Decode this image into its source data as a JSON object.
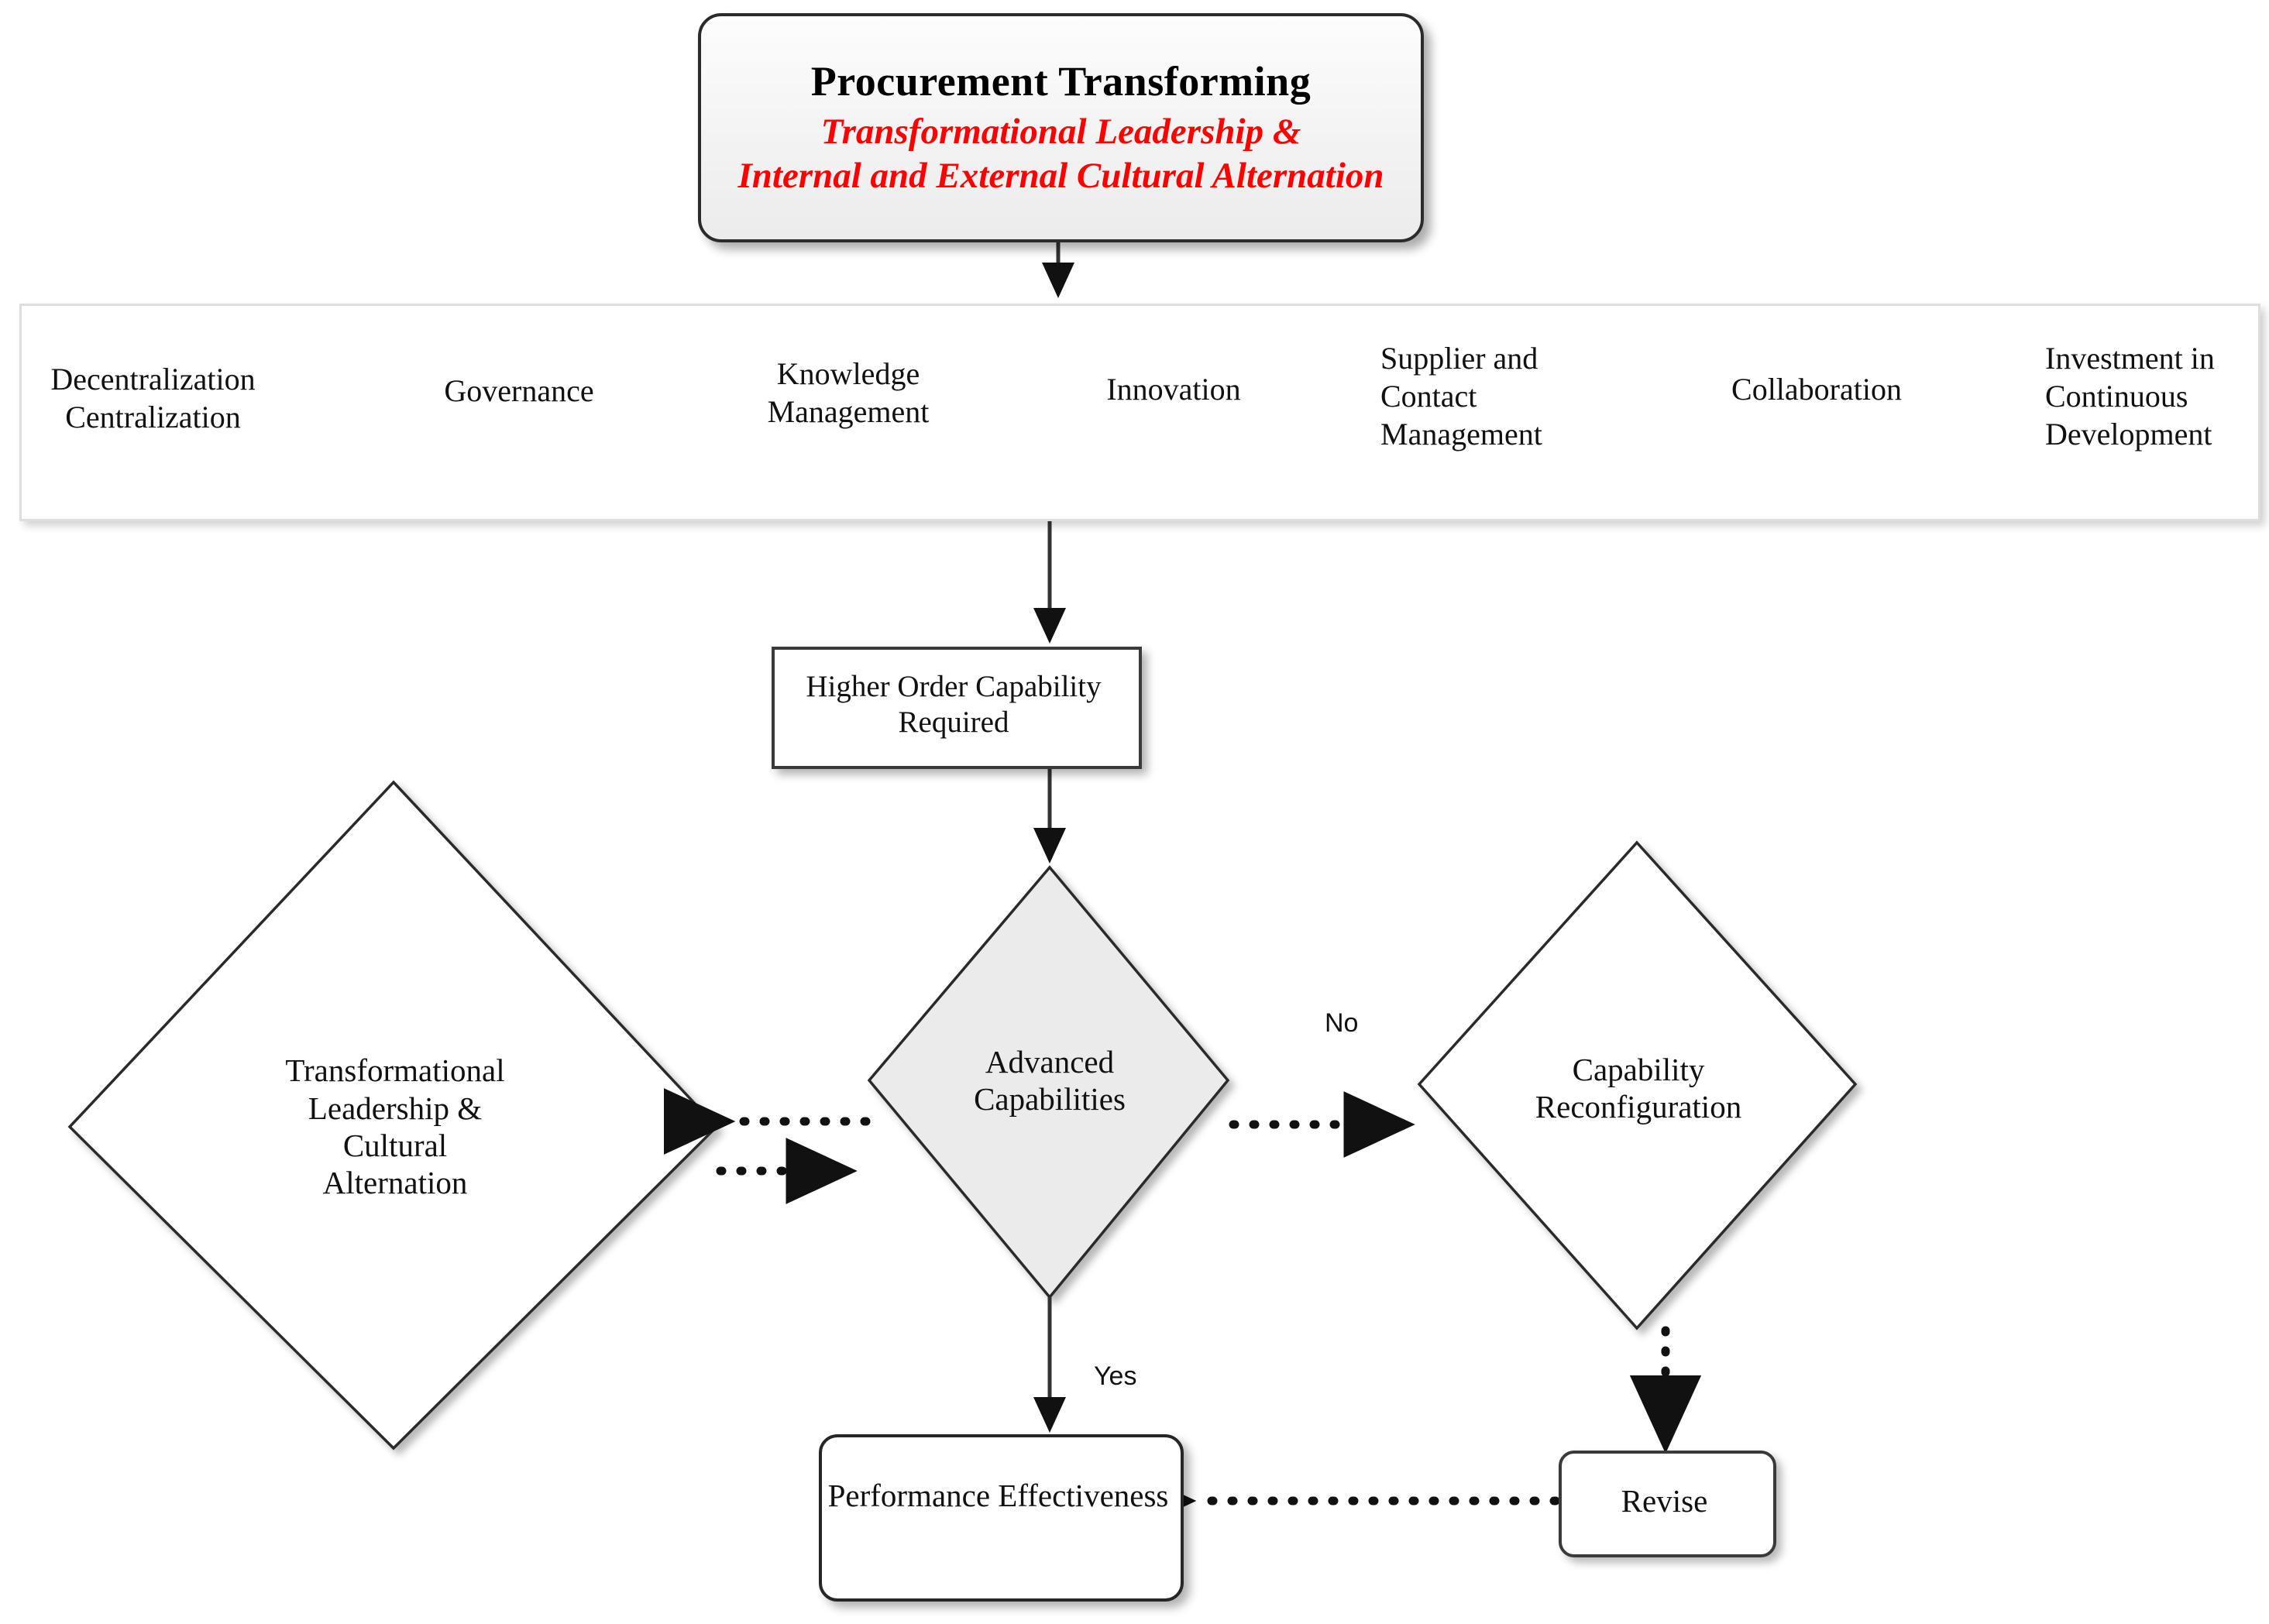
{
  "diagram": {
    "title_box": {
      "heading": "Procurement Transforming",
      "subtitle_line1": "Transformational Leadership &",
      "subtitle_line2": "Internal and External Cultural Alternation",
      "heading_color": "#000000",
      "subtitle_color": "#ff0000"
    },
    "band": {
      "terms": [
        {
          "lines": [
            "Decentralization",
            "Centralization"
          ]
        },
        {
          "lines": [
            "Governance"
          ]
        },
        {
          "lines": [
            "Knowledge",
            "Management"
          ]
        },
        {
          "lines": [
            "Innovation"
          ]
        },
        {
          "lines": [
            "Supplier and",
            "Contact",
            "Management"
          ]
        },
        {
          "lines": [
            "Collaboration"
          ]
        },
        {
          "lines": [
            "Investment in",
            "Continuous",
            "Development"
          ]
        }
      ],
      "connector_icon": "double-headed-arrow-icon",
      "connector_count": 6
    },
    "nodes": {
      "higher_order": "Higher Order Capability Required",
      "left_diamond": {
        "lines": [
          "Transformational",
          "Leadership &",
          "Cultural",
          "Alternation"
        ],
        "fill": "#ffffff"
      },
      "center_diamond": {
        "lines": [
          "Advanced",
          "Capabilities"
        ],
        "fill": "#ebebeb"
      },
      "right_diamond": {
        "lines": [
          "Capability",
          "Reconfiguration"
        ],
        "fill": "#ffffff"
      },
      "performance": "Performance Effectiveness",
      "revise": "Revise"
    },
    "edge_labels": {
      "no": "No",
      "yes": "Yes"
    }
  }
}
